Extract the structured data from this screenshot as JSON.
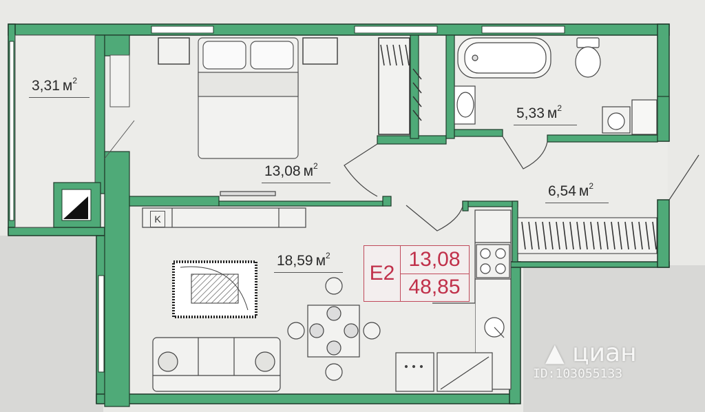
{
  "rooms": {
    "balcony": {
      "area": "3,31",
      "unit": "м"
    },
    "bedroom": {
      "area": "13,08",
      "unit": "м"
    },
    "bathroom": {
      "area": "5,33",
      "unit": "м"
    },
    "hallway": {
      "area": "6,54",
      "unit": "м"
    },
    "living_kitchen": {
      "area": "18,59",
      "unit": "м"
    }
  },
  "unit_superscript": "2",
  "apartment_tag": {
    "code": "E2",
    "living_area": "13,08",
    "total_area": "48,85"
  },
  "furniture_labels": {
    "k": "K"
  },
  "watermark": {
    "brand": "циан",
    "id": "ID:103055133"
  },
  "colors": {
    "wall_fill": "#4faa78",
    "wall_outline": "#1f3a2a",
    "floor": "#e9e9e6",
    "tag_accent": "#c0304a"
  }
}
